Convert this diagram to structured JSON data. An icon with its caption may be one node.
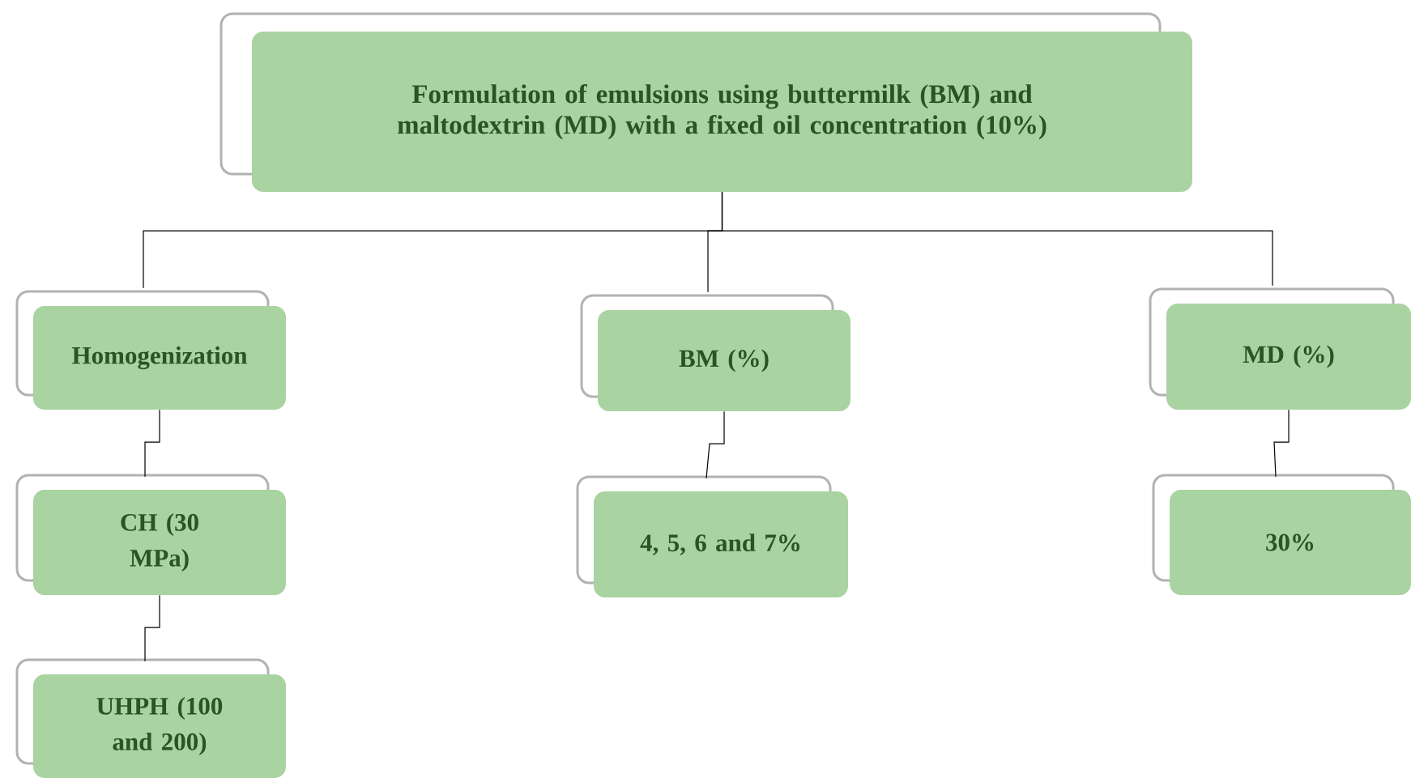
{
  "diagram": {
    "nodes": [
      {
        "text": [
          "Formulation of emulsions using buttermilk (BM) and maltodextrin (MD) with a fixed oil concentration (10%)"
        ]
      },
      {
        "text": [
          "Homogenization"
        ]
      },
      {
        "text": [
          "BM (%)"
        ]
      },
      {
        "text": [
          "MD (%)"
        ]
      },
      {
        "text": [
          "CH (30 MPa)"
        ]
      },
      {
        "text": [
          "4, 5, 6 and 7%"
        ]
      },
      {
        "text": [
          "30%"
        ]
      },
      {
        "text": [
          "UHPH (100 and 200)"
        ]
      }
    ],
    "edges": [
      {
        "from": 0,
        "to": 1,
        "arrow": "none"
      },
      {
        "from": 0,
        "to": 2,
        "arrow": "none"
      },
      {
        "from": 0,
        "to": 3,
        "arrow": "none"
      },
      {
        "from": 1,
        "to": 4,
        "arrow": "none"
      },
      {
        "from": 2,
        "to": 5,
        "arrow": "none"
      },
      {
        "from": 3,
        "to": 6,
        "arrow": "none"
      },
      {
        "from": 4,
        "to": 7,
        "arrow": "none"
      }
    ]
  }
}
